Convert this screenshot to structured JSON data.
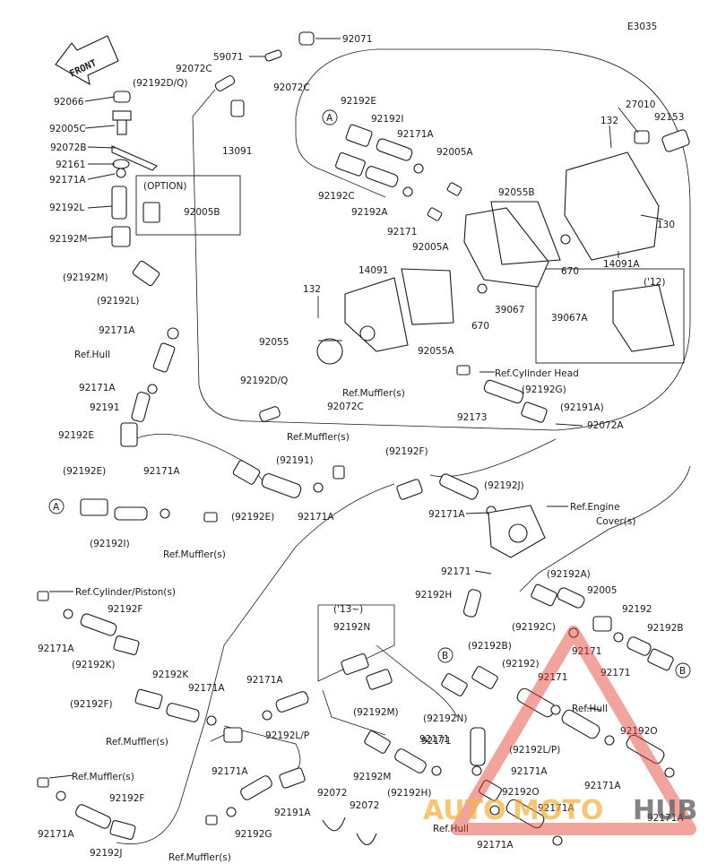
{
  "diagram_code": "E3035",
  "front_arrow": "FRONT",
  "option_box": "(OPTION)",
  "year12": "('12)",
  "year13": "('13~)",
  "labels": {
    "l92071": "92071",
    "l59071": "59071",
    "l92072C_a": "92072C",
    "l92192DQ_a": "(92192D/Q)",
    "l92072C_b": "92072C",
    "l13091": "13091",
    "l92066": "92066",
    "l92005C": "92005C",
    "l92072B": "92072B",
    "l92161": "92161",
    "l92171A_1": "92171A",
    "l92192L_1": "92192L",
    "l92192M_1": "92192M",
    "l92005B": "92005B",
    "l92192E_1": "92192E",
    "l92192I_1": "92192I",
    "l92171A_2": "92171A",
    "l92005A_1": "92005A",
    "l92192C_1": "92192C",
    "l92192A_1": "92192A",
    "l92171_1": "92171",
    "l92005A_2": "92005A",
    "l92055B": "92055B",
    "l132_1": "132",
    "l27010": "27010",
    "l92153": "92153",
    "l130": "130",
    "l670_1": "670",
    "l14091A": "14091A",
    "l14091": "14091",
    "l132_2": "132",
    "l39067": "39067",
    "l670_2": "670",
    "l39067A": "39067A",
    "l92055": "92055",
    "l92055A": "92055A",
    "l92192M_2": "(92192M)",
    "l92192L_2": "(92192L)",
    "l92171A_3": "92171A",
    "refHull_1": "Ref.Hull",
    "l92171A_4": "92171A",
    "l92191_1": "92191",
    "l92192E_2": "92192E",
    "l92192DQ_b": "92192D/Q",
    "refMuffler_1": "Ref.Muffler(s)",
    "l92072C_c": "92072C",
    "refCylHead": "Ref.Cylinder Head",
    "l92192G_1": "(92192G)",
    "l92173": "92173",
    "l92191A_1": "(92191A)",
    "l92072A": "92072A",
    "refMuffler_2": "Ref.Muffler(s)",
    "l92192F_1": "(92192F)",
    "l92191_2": "(92191)",
    "l92192E_3": "(92192E)",
    "l92171A_5": "92171A",
    "l92192I_2": "(92192I)",
    "refMuffler_3": "Ref.Muffler(s)",
    "l92192E_4": "(92192E)",
    "l92171A_6": "92171A",
    "l92192J_1": "(92192J)",
    "l92171A_7": "92171A",
    "refEngine_1": "Ref.Engine",
    "refEngine_2": "Cover(s)",
    "l92171_2": "92171",
    "l92192H_1": "92192H",
    "refCylPiston": "Ref.Cylinder/Piston(s)",
    "l92192F_2": "92192F",
    "l92171A_8": "92171A",
    "l92192K_1": "(92192K)",
    "l92192K_2": "92192K",
    "l92171A_9": "92171A",
    "l92171A_10": "92171A",
    "l92192F_3": "(92192F)",
    "refMuffler_4": "Ref.Muffler(s)",
    "l92192N_1": "92192N",
    "l92192LP_1": "92192L/P",
    "l92192M_3": "(92192M)",
    "l92192N_2": "(92192N)",
    "l92192A_2": "(92192A)",
    "l92005": "92005",
    "l92192": "92192",
    "l92192C_2": "(92192C)",
    "l92192B_1": "92192B",
    "l92192B_2": "(92192B)",
    "l92192_2": "(92192)",
    "l92171_3": "92171",
    "l92171_4": "92171",
    "l92171_5": "92171",
    "refHull_2": "Ref.Hull",
    "l92192O_1": "92192O",
    "l92192LP_2": "(92192L/P)",
    "l92171_6": "92171",
    "l92171A_11": "92171A",
    "l92171A_12": "92171A",
    "l92192O_2": "92192O",
    "l92171A_13": "92171A",
    "l92171A_14": "92171A",
    "refHull_3": "Ref.Hull",
    "l92171A_15": "92171A",
    "refMuffler_5": "Ref.Muffler(s)",
    "l92171A_16": "92171A",
    "l92192F_4": "92192F",
    "l92192J_2": "92192J",
    "l92171A_17": "92171A",
    "l92192G_2": "92192G",
    "l92191A_2": "92191A",
    "refMuffler_6": "Ref.Muffler(s)",
    "l92072_1": "92072",
    "l92072_2": "92072",
    "l92192H_2": "(92192H)",
    "l92192M_4": "92192M",
    "l92171_7": "92171"
  },
  "markers": {
    "A": "A",
    "B": "B"
  },
  "watermark": {
    "left": "AUTO",
    "mid": "MOTO",
    "right": "HUB"
  },
  "colors": {
    "line": "#1a1a1a",
    "watermark_red": "#e03b2b",
    "watermark_orange": "#f5a623",
    "watermark_gray": "#4a4a4a"
  }
}
